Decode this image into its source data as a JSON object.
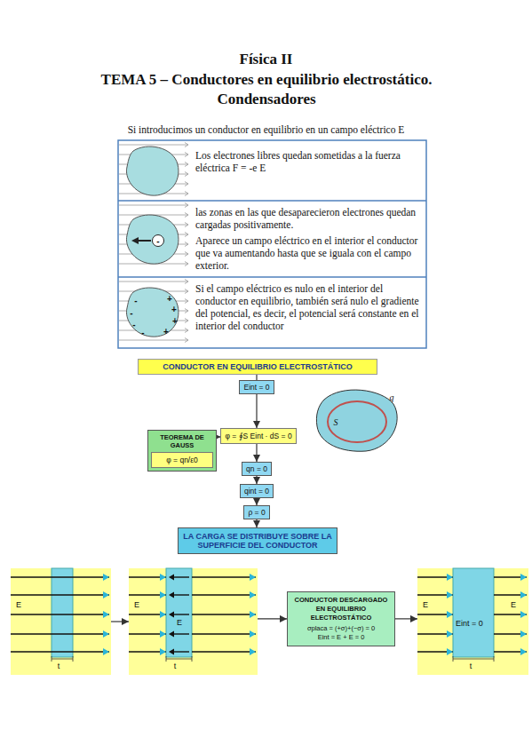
{
  "diagram": {
    "title": "Física II",
    "nodes": [
      {
        "text": [
          "Los electrones libres quedan sometidas a la fuerza eléctrica F = -e E"
        ]
      },
      {
        "text": [
          "las zonas en las que desaparecieron electrones quedan cargadas positivamente.",
          "Aparece un campo eléctrico en el interior el conductor que va aumentando hasta que se iguala con el campo exterior."
        ]
      },
      {
        "text": [
          "Si el campo eléctrico es nulo en el interior del conductor en equilibrio, también será nulo el gradiente del potencial, es decir, el potencial será constante en el interior del conductor"
        ]
      },
      {
        "text": [
          "CONDUCTOR EN EQUILIBRIO ELECTROSTÁTICO"
        ]
      },
      {
        "text": [
          "Eint = 0"
        ]
      },
      {
        "text": [
          "φ = ∮S Eint · dS = 0"
        ]
      },
      {
        "text": [
          "TEOREMA DE GAUSS"
        ]
      },
      {
        "text": [
          "φ = qn/ε0"
        ],
        "in": 6
      },
      {
        "text": [
          "qn = 0"
        ]
      },
      {
        "text": [
          "qint = 0"
        ]
      },
      {
        "text": [
          "ρ = 0"
        ]
      },
      {
        "text": [
          "LA CARGA SE DISTRIBUYE SOBRE LA SUPERFICIE DEL CONDUCTOR"
        ]
      },
      {
        "text": [
          "E",
          "t"
        ]
      },
      {
        "text": [
          "E",
          "E",
          "t"
        ]
      },
      {
        "text": [
          "CONDUCTOR DESCARGADO EN EQUILIBRIO ELECTROSTÁTICO",
          "σplaca = (+σ)+(−σ) = 0",
          "Eint = E + E = 0"
        ]
      },
      {
        "text": [
          "E",
          "Eint = 0",
          "E",
          "t"
        ]
      }
    ],
    "edges": [
      {
        "from": 3,
        "to": 4,
        "arrow": "none"
      },
      {
        "from": 4,
        "to": 5,
        "arrow": "to"
      },
      {
        "from": 6,
        "to": 5,
        "arrow": "to"
      },
      {
        "from": 5,
        "to": 8,
        "arrow": "to"
      },
      {
        "from": 8,
        "to": 9,
        "arrow": "to"
      },
      {
        "from": 9,
        "to": 10,
        "arrow": "to"
      },
      {
        "from": 10,
        "to": 11,
        "arrow": "to"
      },
      {
        "from": 12,
        "to": 13,
        "arrow": "to"
      },
      {
        "from": 13,
        "to": 14,
        "arrow": "to"
      },
      {
        "from": 14,
        "to": 15,
        "arrow": "to"
      }
    ],
    "labels": [
      "TEMA 5 – Conductores en equilibrio electrostático. Condensadores",
      "Si introducimos un conductor en equilibrio en un campo eléctrico E",
      "-",
      "-",
      "-",
      "-",
      "-",
      "+",
      "+",
      "+",
      "+",
      "q",
      "S"
    ]
  }
}
